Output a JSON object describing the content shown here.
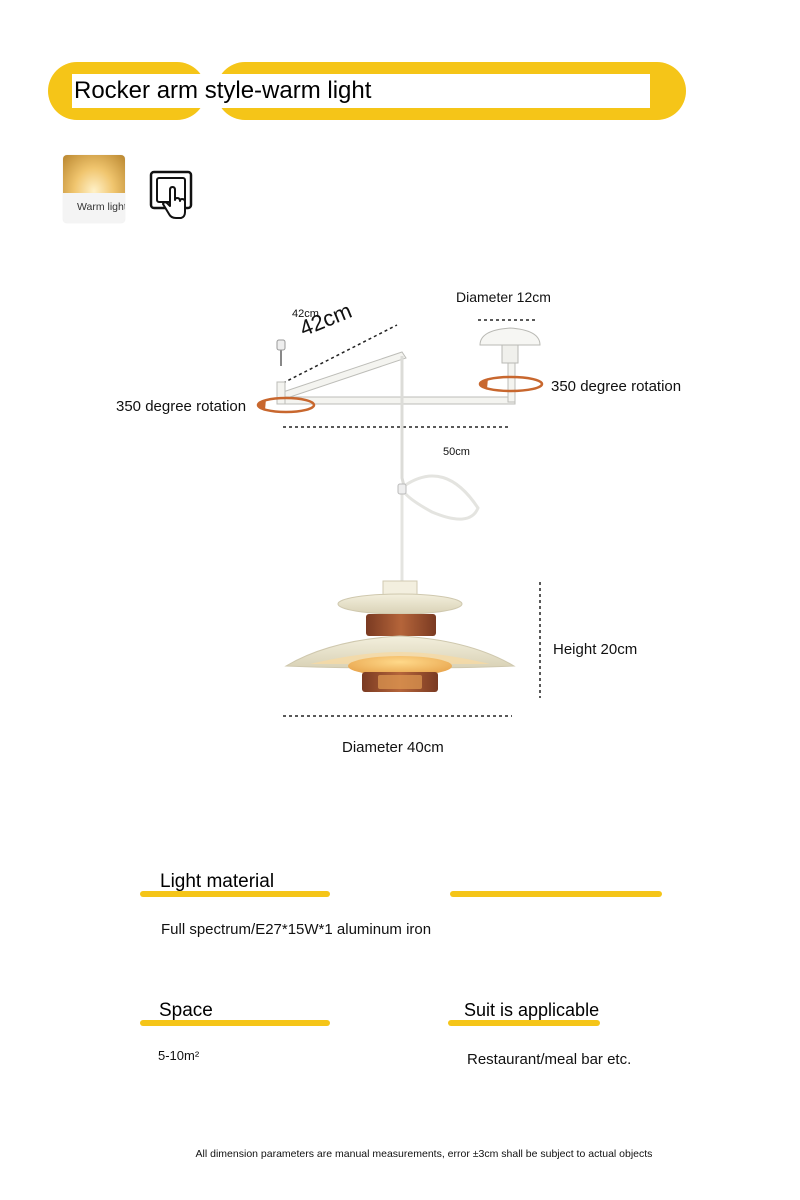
{
  "title": "Rocker arm style-warm light",
  "options": {
    "warm_light_label": "Warm light",
    "switch_icon": "touch-switch-icon"
  },
  "annotations": {
    "arm_length_small": "42cm",
    "arm_length_large": "42cm",
    "base_diameter": "Diameter 12cm",
    "rotation_left": "350 degree rotation",
    "rotation_right": "350 degree rotation",
    "arm_width": "50cm",
    "height": "Height 20cm",
    "shade_diameter": "Diameter 40cm"
  },
  "specs": {
    "light_material_title": "Light material",
    "light_material_value": "Full spectrum/E27*15W*1 aluminum   iron",
    "space_title": "Space",
    "space_value": "5-10m²",
    "suit_title": "Suit is applicable",
    "suit_value": "Restaurant/meal bar etc."
  },
  "footer": "All dimension parameters are manual measurements, error ±3cm shall be subject to actual objects",
  "colors": {
    "accent_yellow": "#f5c518",
    "rotation_arrow": "#c8672e",
    "wood": "#a0522d",
    "shade_cream": "#ece7d2"
  }
}
